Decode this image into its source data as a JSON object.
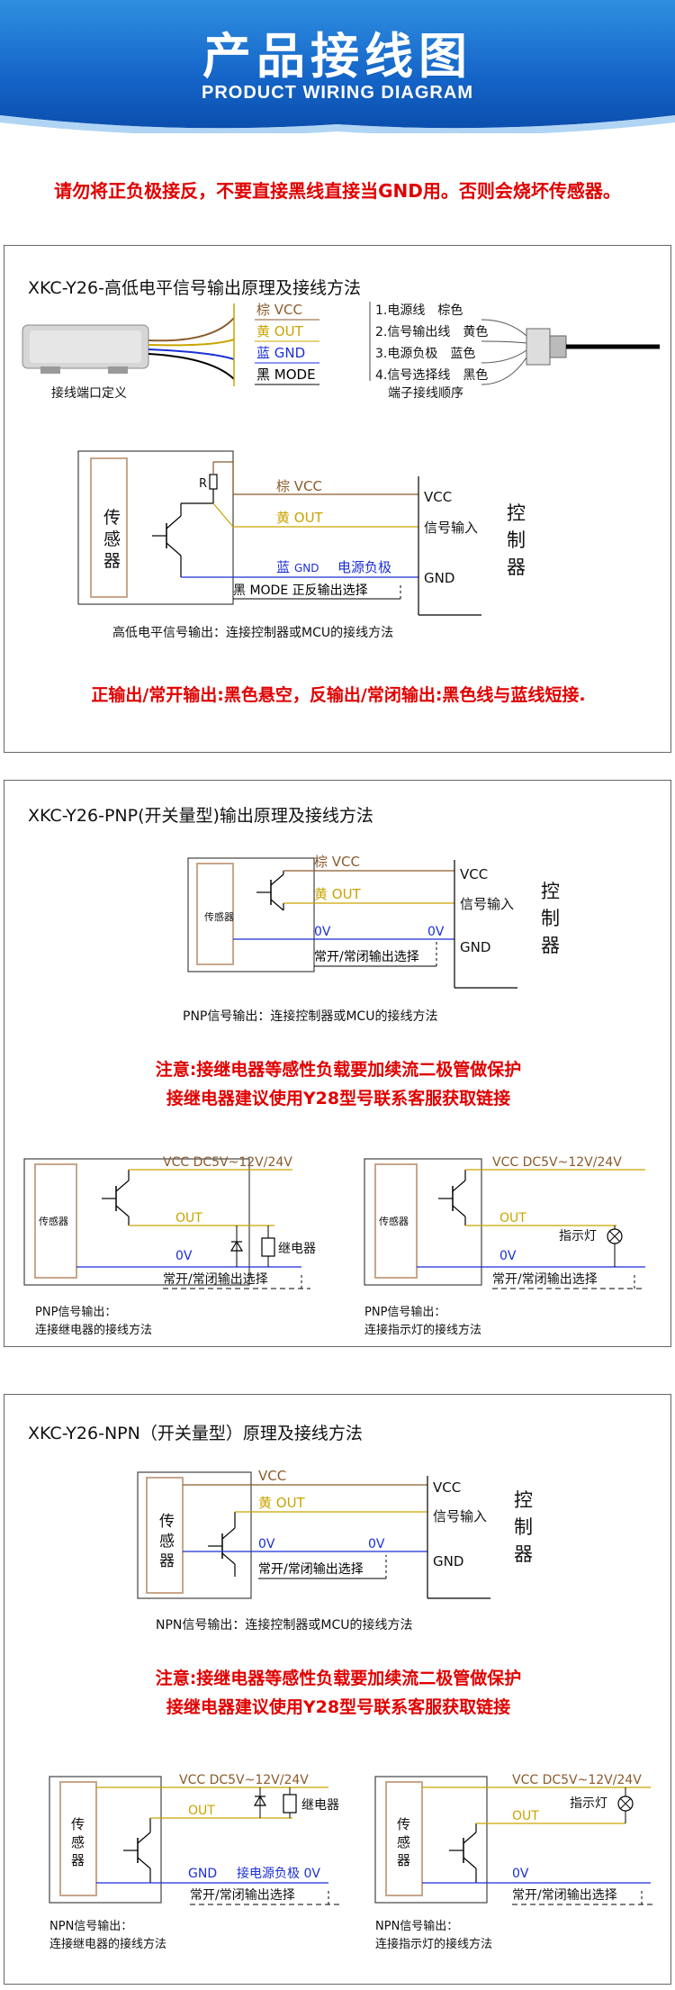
{
  "header": {
    "title": "产品接线图",
    "subtitle": "PRODUCT WIRING DIAGRAM"
  },
  "warning": "请勿将正负极接反，不要直接黑线直接当GND用。否则会烧坏传感器。",
  "colors": {
    "brown": "#8a5a2b",
    "yellow": "#c9a400",
    "blue": "#1a2fd8",
    "black": "#000000",
    "red": "#e00000",
    "sensor_box": "#c8a68a"
  },
  "panel1": {
    "title": "XKC-Y26-高低电平信号输出原理及接线方法",
    "wires": [
      "棕 VCC",
      "黄 OUT",
      "蓝 GND",
      "黑 MODE"
    ],
    "pins": [
      "1.电源线　棕色",
      "2.信号输出线　黄色",
      "3.电源负极　蓝色",
      "4.信号选择线　黑色"
    ],
    "caption_left": "接线端口定义",
    "caption_right": "端子接线顺序",
    "sensor": [
      "传",
      "感",
      "器"
    ],
    "resistor": "R",
    "lines": {
      "vcc": "棕 VCC",
      "out": "黄 OUT",
      "gnd": "蓝",
      "gnd_small": "GND",
      "gnd_note": "电源负极",
      "mode": "黑 MODE 正反输出选择"
    },
    "right": {
      "vcc": "VCC",
      "signal": "信号输入",
      "gnd": "GND"
    },
    "controller": [
      "控",
      "制",
      "器"
    ],
    "caption": "高低电平信号输出：连接控制器或MCU的接线方法",
    "note": "正输出/常开输出:黑色悬空，反输出/常闭输出:黑色线与蓝线短接."
  },
  "panel2": {
    "title": "XKC-Y26-PNP(开关量型)输出原理及接线方法",
    "sensor": "传感器",
    "lines": {
      "vcc": "棕 VCC",
      "out": "黄 OUT",
      "zero": "0V",
      "zero2": "0V",
      "sel": "常开/常闭输出选择"
    },
    "right": {
      "vcc": "VCC",
      "signal": "信号输入",
      "gnd": "GND"
    },
    "controller": [
      "控",
      "制",
      "器"
    ],
    "caption": "PNP信号输出：连接控制器或MCU的接线方法",
    "note1": "注意:接继电器等感性负载要加续流二极管做保护",
    "note2": "接继电器建议使用Y28型号联系客服获取链接",
    "sub_left": {
      "sensor": "传感器",
      "vcc": "VCC DC5V~12V/24V",
      "out": "OUT",
      "zero": "0V",
      "load": "继电器",
      "sel": "常开/常闭输出选择",
      "cap1": "PNP信号输出：",
      "cap2": "连接继电器的接线方法"
    },
    "sub_right": {
      "sensor": "传感器",
      "vcc": "VCC DC5V~12V/24V",
      "out": "OUT",
      "zero": "0V",
      "load": "指示灯",
      "sel": "常开/常闭输出选择",
      "cap1": "PNP信号输出：",
      "cap2": "连接指示灯的接线方法"
    }
  },
  "panel3": {
    "title": "XKC-Y26-NPN（开关量型）原理及接线方法",
    "sensor": [
      "传",
      "感",
      "器"
    ],
    "lines": {
      "vcc": "VCC",
      "out": "黄 OUT",
      "zero": "0V",
      "zero2": "0V",
      "sel": "常开/常闭输出选择"
    },
    "right": {
      "vcc": "VCC",
      "signal": "信号输入",
      "gnd": "GND"
    },
    "controller": [
      "控",
      "制",
      "器"
    ],
    "caption": "NPN信号输出：连接控制器或MCU的接线方法",
    "note1": "注意:接继电器等感性负载要加续流二极管做保护",
    "note2": "接继电器建议使用Y28型号联系客服获取链接",
    "sub_left": {
      "sensor": [
        "传",
        "感",
        "器"
      ],
      "vcc": "VCC DC5V~12V/24V",
      "out": "OUT",
      "gnd": "GND",
      "gnd_note": "接电源负极 0V",
      "load": "继电器",
      "sel": "常开/常闭输出选择",
      "cap1": "NPN信号输出：",
      "cap2": "连接继电器的接线方法"
    },
    "sub_right": {
      "sensor": [
        "传",
        "感",
        "器"
      ],
      "vcc": "VCC DC5V~12V/24V",
      "out": "OUT",
      "zero": "0V",
      "load": "指示灯",
      "sel": "常开/常闭输出选择",
      "cap1": "NPN信号输出：",
      "cap2": "连接指示灯的接线方法"
    }
  }
}
